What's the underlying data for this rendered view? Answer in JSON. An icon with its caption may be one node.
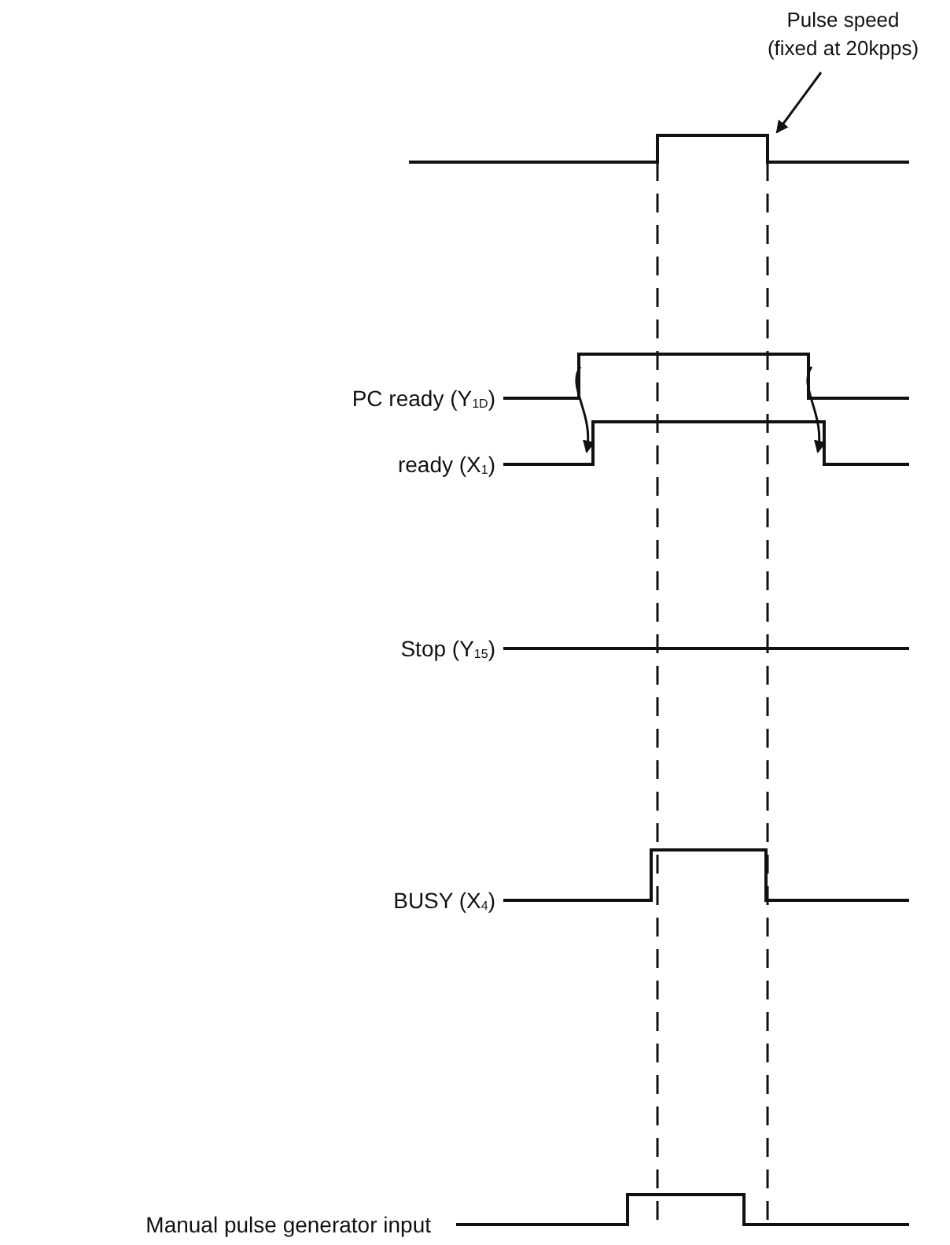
{
  "diagram": {
    "nodes": [
      {
        "text": [
          "Pulse speed (fixed at 20kpps)"
        ]
      },
      {
        "text": [],
        "shape": "waveform"
      },
      {
        "text": [],
        "shape": "waveform"
      }
    ],
    "edges": [
      {
        "from": 0,
        "to": null,
        "arrow": "to"
      },
      {
        "from": 1,
        "to": 2,
        "arrow": "to"
      },
      {
        "from": 1,
        "to": 2,
        "arrow": "to"
      }
    ],
    "labels": [
      "PC ready (Y$_{1D}$)",
      "ready (X$_{1}$)",
      "Stop (Y$_{15}$)",
      "BUSY (X$_{4}$)",
      "Manual pulse generator input"
    ]
  }
}
